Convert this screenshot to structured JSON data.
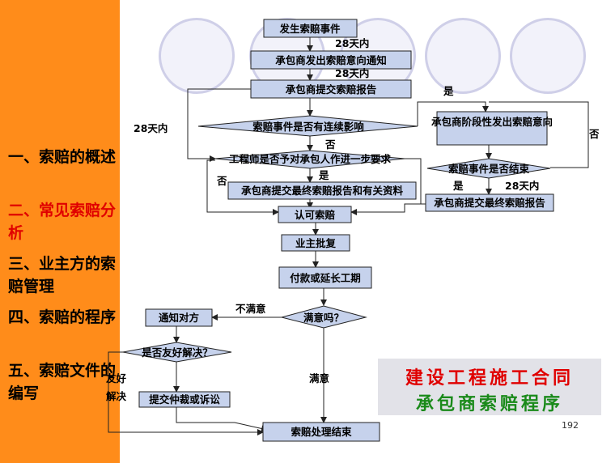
{
  "sidebar": {
    "items": [
      {
        "label": "一、索赔的概述"
      },
      {
        "label": "二、常见索赔分析"
      },
      {
        "label": "三、业主方的索赔管理"
      },
      {
        "label": "四、索赔的程序"
      },
      {
        "label": "五、索赔文件的编写"
      }
    ],
    "active_color": "#e00000",
    "background": "#ff8c1a"
  },
  "flowchart": {
    "nodes": {
      "start": "发生索赔事件",
      "notice": "承包商发出索赔意向通知",
      "submit_report": "承包商提交索赔报告",
      "continuous": "索赔事件是否有连续影响",
      "engineer_request": "工程师是否予对承包人作进一步要求",
      "final_report_docs": "承包商提交最终索赔报告和有关资料",
      "stage_notice": "承包商阶段性发出索赔意向",
      "event_ended": "索赔事件是否结束",
      "final_report": "承包商提交最终索赔报告",
      "approve": "认可索赔",
      "owner_approve": "业主批复",
      "payment": "付款或延长工期",
      "satisfied": "满意吗？",
      "notify_other": "通知对方",
      "amicable": "是否友好解决？",
      "arbitration": "提交仲裁或诉讼",
      "end": "索赔处理结束"
    },
    "labels": {
      "days_28_a": "28天内",
      "days_28_b": "28天内",
      "days_28_left": "28天内",
      "days_28_right": "28天内",
      "yes_continuous": "是",
      "no_continuous": "否",
      "yes_engineer": "是",
      "no_engineer": "否",
      "no_ended": "否",
      "yes_ended": "是",
      "not_satisfied": "不满意",
      "satisfied_yes": "满意",
      "amicable_yes": "友好解决"
    }
  },
  "title_box": {
    "line1": "建设工程施工合同",
    "line2": "承包商索赔程序",
    "line1_color": "#e00000",
    "line2_color": "#1a8a1a"
  },
  "page_number": "192"
}
